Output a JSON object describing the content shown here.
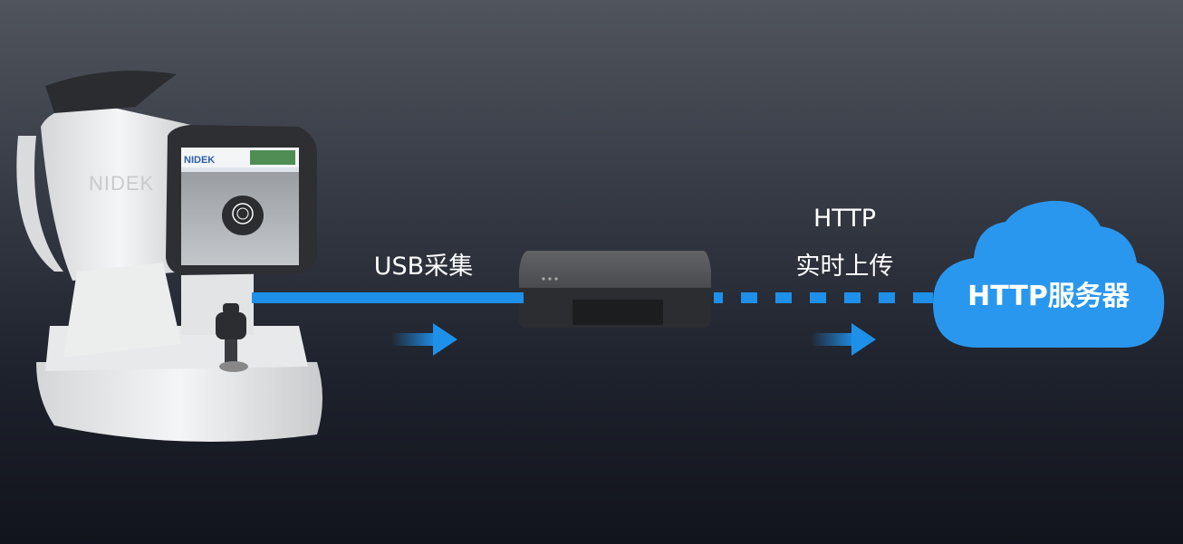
{
  "diagram": {
    "source_device": {
      "logo": "NIDEK",
      "screen_logo": "NIDEK"
    },
    "link_usb": {
      "label": "USB采集"
    },
    "link_http": {
      "protocol": "HTTP",
      "label": "实时上传"
    },
    "server": {
      "label": "HTTP服务器"
    }
  },
  "colors": {
    "accent": "#1e90ea",
    "cloud": "#2a97ee",
    "box": "#3a3b3e"
  }
}
